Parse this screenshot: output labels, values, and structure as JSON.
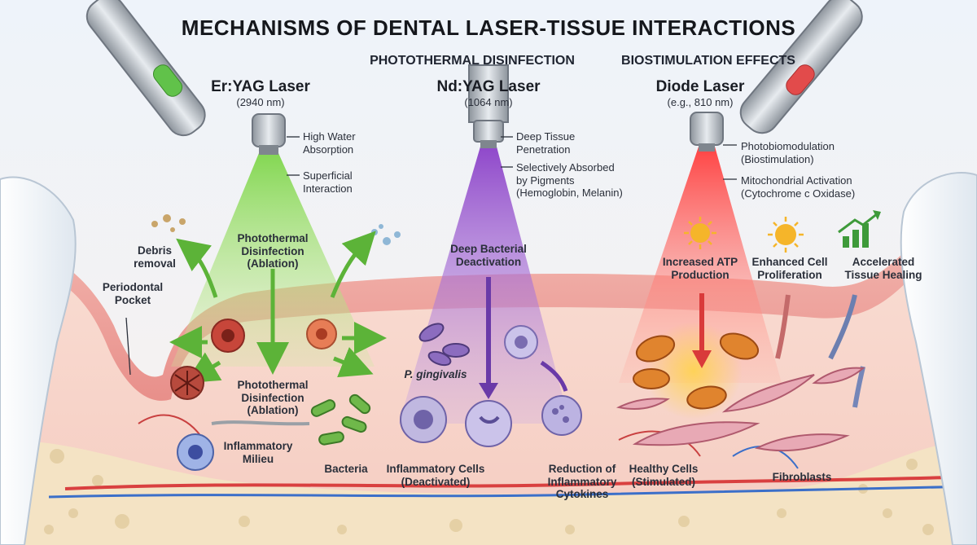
{
  "title": "MECHANISMS OF DENTAL LASER-TISSUE INTERACTIONS",
  "sections": {
    "disinfection": "PHOTOTHERMAL DISINFECTION",
    "biostimulation": "BIOSTIMULATION EFFECTS"
  },
  "lasers": [
    {
      "name": "Er:YAG Laser",
      "wavelength": "(2940 nm)",
      "beam_color": "#7fd14a",
      "notes": [
        "High Water\nAbsorption",
        "Superficial\nInteraction"
      ],
      "effect_top": "Photothermal\nDisinfection\n(Ablation)",
      "effect_bottom": "Photothermal\nDisinfection\n(Ablation)"
    },
    {
      "name": "Nd:YAG Laser",
      "wavelength": "(1064 nm)",
      "beam_color": "#8a4fc4",
      "notes": [
        "Deep Tissue\nPenetration",
        "Selectively Absorbed\nby Pigments\n(Hemoglobin, Melanin)"
      ],
      "effect_top": "Deep Bacterial\nDeactivation"
    },
    {
      "name": "Diode Laser",
      "wavelength": "(e.g., 810 nm)",
      "beam_color": "#ee4444",
      "notes": [
        "Photobiomodulation\n(Biostimulation)",
        "Mitochondrial Activation\n(Cytochrome c Oxidase)"
      ],
      "effect_top": "Increased ATP\nProduction"
    }
  ],
  "labels": {
    "debris_removal": "Debris\nremoval",
    "periodontal_pocket": "Periodontal\nPocket",
    "inflammatory_milieu": "Inflammatory\nMilieu",
    "bacteria": "Bacteria",
    "p_gingivalis": "P. gingivalis",
    "inflammatory_cells": "Inflammatory Cells\n(Deactivated)",
    "cytokines": "Reduction of\nInflammatory\nCytokines",
    "healthy_cells": "Healthy Cells\n(Stimulated)",
    "fibroblasts": "Fibroblasts",
    "enhanced_cell": "Enhanced Cell\nProliferation",
    "accelerated": "Accelerated\nTissue Healing"
  },
  "icons": [
    "laser-handpiece-icon",
    "sun-icon",
    "growth-chart-icon",
    "mitochondria-icon",
    "bacteria-icon",
    "immune-cell-icon",
    "fibroblast-icon",
    "tooth-icon"
  ]
}
